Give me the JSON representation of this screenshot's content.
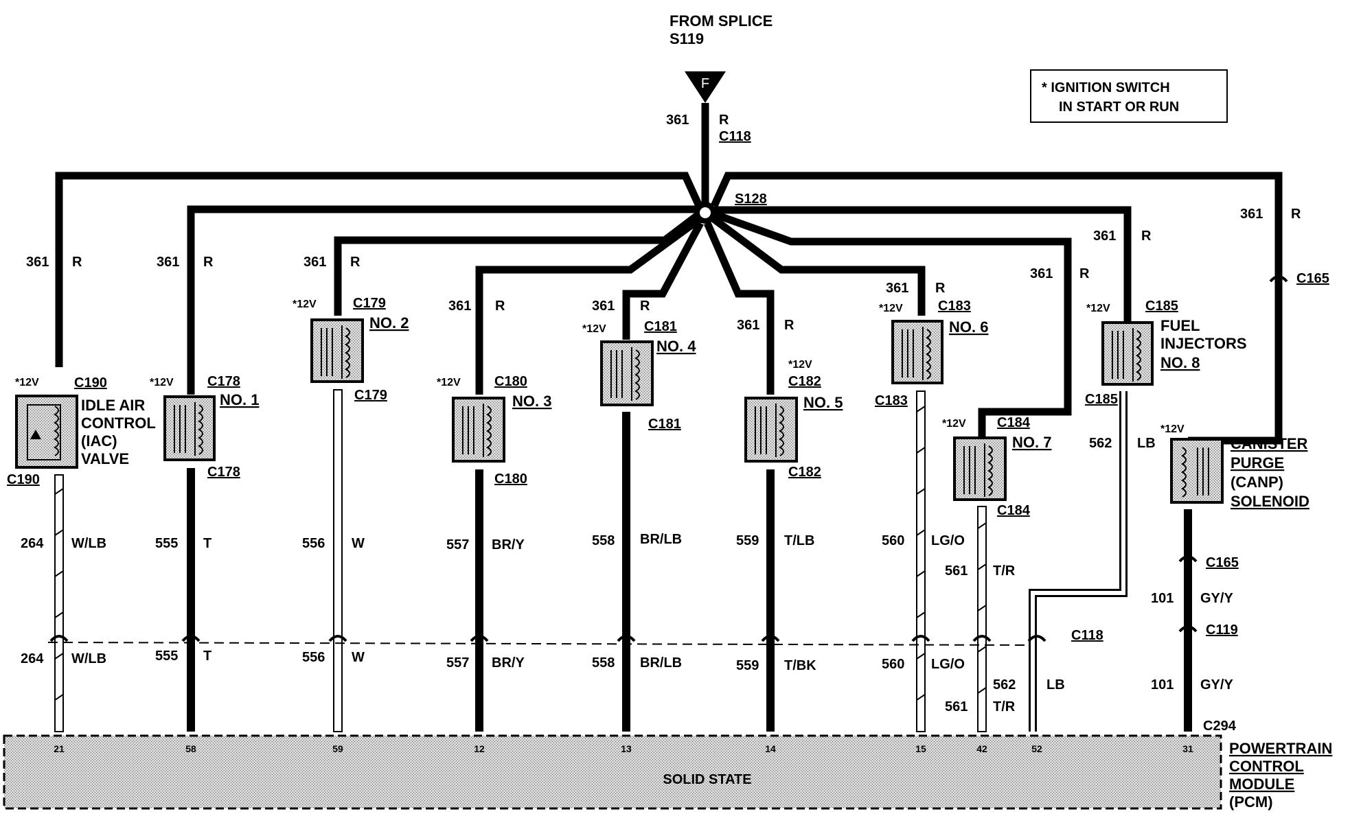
{
  "header": {
    "source_line1": "FROM SPLICE",
    "source_line2": "S119",
    "source_marker": "F",
    "source_wire_circuit": "361",
    "source_wire_color": "R",
    "source_connector": "C118",
    "splice": "S128"
  },
  "legend": {
    "line1": "* IGNITION SWITCH",
    "line2": "IN START OR RUN"
  },
  "supply_labels": {
    "circuit": "361",
    "color": "R",
    "voltage": "*12V",
    "canister_connector": "C165"
  },
  "components": [
    {
      "id": "iac",
      "top_connector": "C190",
      "bottom_connector": "C190",
      "label_lines": [
        "IDLE AIR",
        "CONTROL",
        "(IAC)",
        "VALVE"
      ],
      "circuit": "264",
      "color": "W/LB",
      "pcm_pin": "21"
    },
    {
      "id": "inj1",
      "top_connector": "C178",
      "bottom_connector": "C178",
      "label_lines": [
        "NO. 1"
      ],
      "circuit": "555",
      "color": "T",
      "color_lower": "T",
      "pcm_pin": "58"
    },
    {
      "id": "inj2",
      "top_connector": "C179",
      "bottom_connector": "C179",
      "label_lines": [
        "NO. 2"
      ],
      "circuit": "556",
      "color": "W",
      "color_lower": "W",
      "pcm_pin": "59"
    },
    {
      "id": "inj3",
      "top_connector": "C180",
      "bottom_connector": "C180",
      "label_lines": [
        "NO. 3"
      ],
      "circuit": "557",
      "color": "BR/Y",
      "color_lower": "BR/Y",
      "pcm_pin": "12"
    },
    {
      "id": "inj4",
      "top_connector": "C181",
      "bottom_connector": "C181",
      "label_lines": [
        "NO. 4"
      ],
      "circuit": "558",
      "color": "BR/LB",
      "color_lower": "BR/LB",
      "pcm_pin": "13"
    },
    {
      "id": "inj5",
      "top_connector": "C182",
      "bottom_connector": "C182",
      "label_lines": [
        "NO. 5"
      ],
      "circuit": "559",
      "color": "T/LB",
      "color_lower": "T/BK",
      "pcm_pin": "14"
    },
    {
      "id": "inj6",
      "top_connector": "C183",
      "bottom_connector": "C183",
      "label_lines": [
        "NO. 6"
      ],
      "circuit": "560",
      "color": "LG/O",
      "color_lower": "LG/O",
      "pcm_pin": "15"
    },
    {
      "id": "inj7",
      "top_connector": "C184",
      "bottom_connector": "C184",
      "label_lines": [
        "NO. 7"
      ],
      "circuit": "561",
      "color": "T/R",
      "color_lower": "T/R",
      "pcm_pin": "42"
    },
    {
      "id": "inj8",
      "top_connector": "C185",
      "bottom_connector": "C185",
      "label_lines": [
        "FUEL",
        "INJECTORS",
        "NO. 8"
      ],
      "circuit": "562",
      "color": "LB",
      "color_lower": "LB",
      "pcm_pin": "52"
    },
    {
      "id": "canp",
      "top_connector": "C165",
      "bottom_connector": "C165",
      "label_lines": [
        "CANISTER",
        "PURGE",
        "(CANP)",
        "SOLENOID"
      ],
      "circuit": "101",
      "color": "GY/Y",
      "color_lower": "GY/Y",
      "pcm_pin": "31"
    }
  ],
  "inline_connectors": {
    "row": "C118",
    "canp_row": "C119",
    "pcm_connector": "C294"
  },
  "pcm": {
    "inner_label": "SOLID STATE",
    "name_lines": [
      "POWERTRAIN",
      "CONTROL",
      "MODULE",
      "(PCM)"
    ]
  }
}
